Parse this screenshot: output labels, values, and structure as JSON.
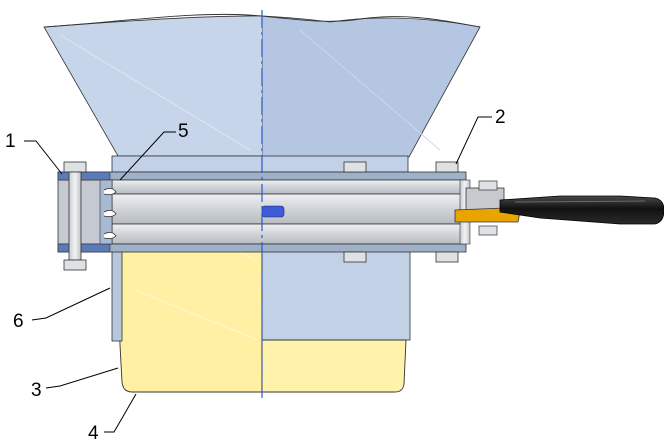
{
  "figure": {
    "callouts": [
      {
        "id": "c1",
        "label": "1"
      },
      {
        "id": "c2",
        "label": "2"
      },
      {
        "id": "c3",
        "label": "3"
      },
      {
        "id": "c4",
        "label": "4"
      },
      {
        "id": "c5",
        "label": "5"
      },
      {
        "id": "c6",
        "label": "6"
      }
    ],
    "colors": {
      "hopper_front": "#c7d5ea",
      "hopper_back": "#b4c6e1",
      "bag_front": "#fff0a3",
      "bag_back": "#c3d1e6",
      "frame_steel": "#d2d6da",
      "slide_plate_back": "#c9cfd6",
      "gasket_blue": "#5a7ab8",
      "handle_black": "#1c1c1c",
      "handle_orange": "#e9a400",
      "center_line": "#2f59c8",
      "clip_blue": "#3d5bd6"
    }
  }
}
